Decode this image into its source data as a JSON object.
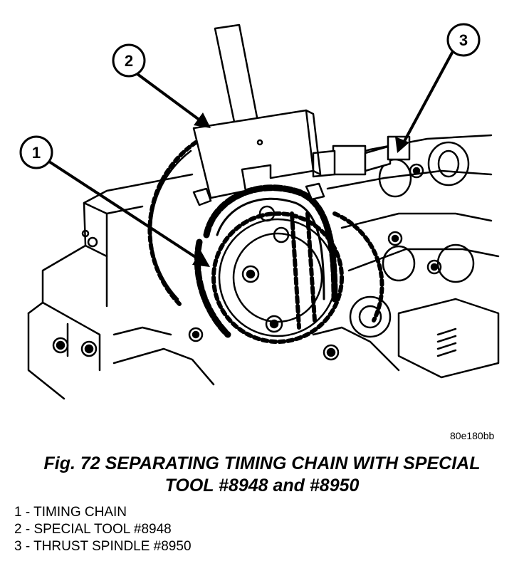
{
  "callouts": [
    {
      "number": "1"
    },
    {
      "number": "2"
    },
    {
      "number": "3"
    }
  ],
  "figure_code": "80e180bb",
  "caption": {
    "line1": "Fig. 72 SEPARATING TIMING CHAIN WITH SPECIAL",
    "line2": "TOOL #8948 and #8950"
  },
  "legend": [
    "1 - TIMING CHAIN",
    "2 - SPECIAL TOOL #8948",
    "3 - THRUST SPINDLE #8950"
  ]
}
